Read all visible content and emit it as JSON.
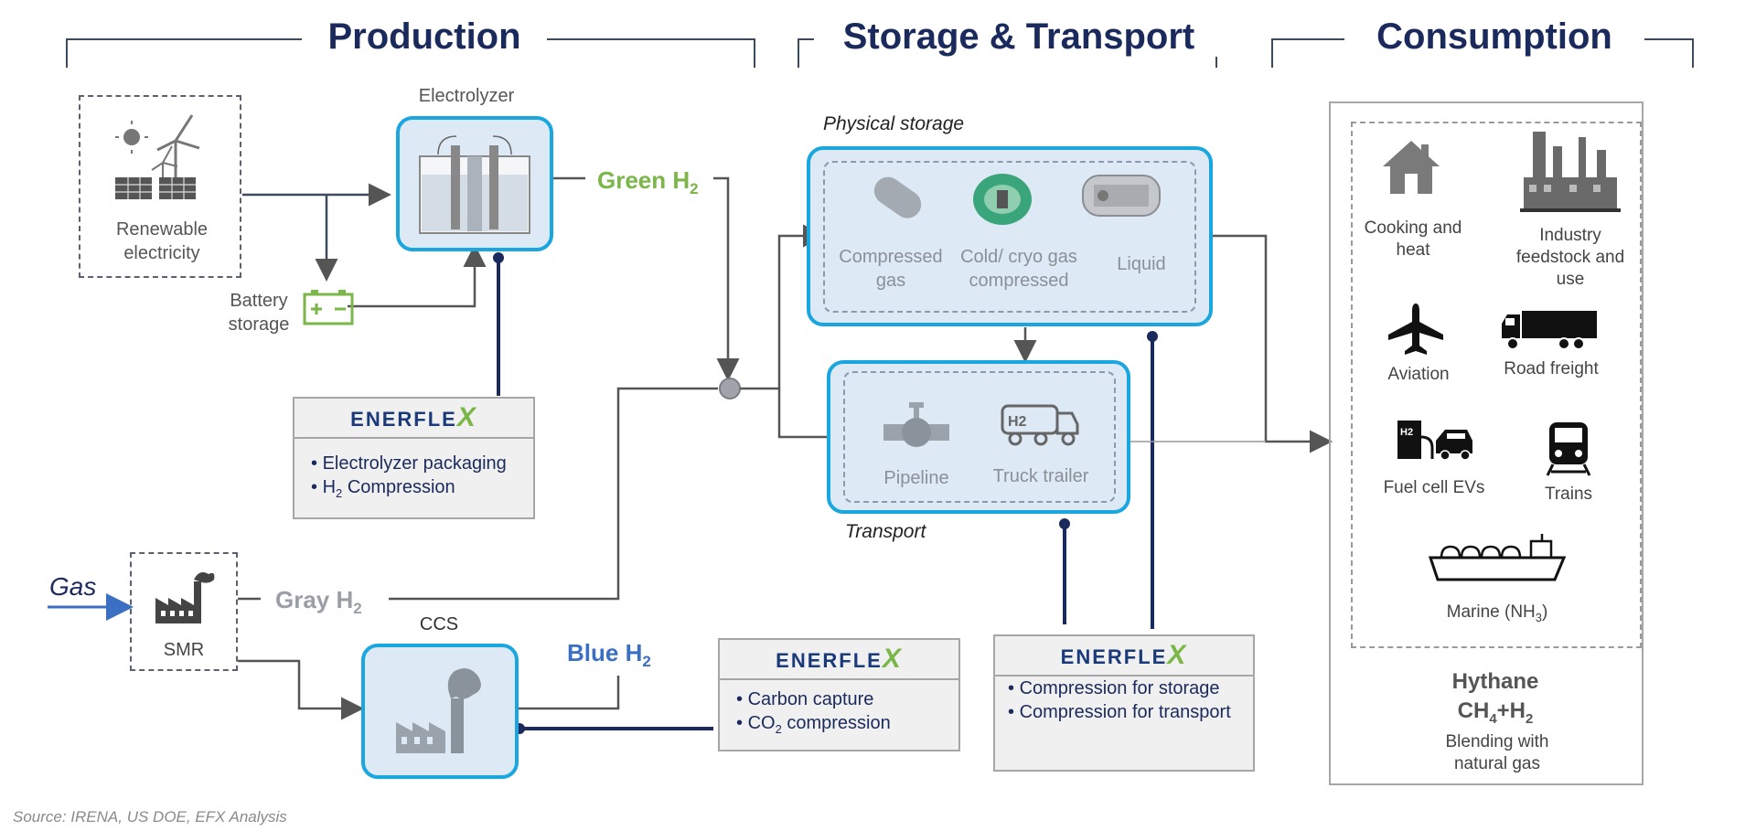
{
  "sections": {
    "production": "Production",
    "storage_transport": "Storage & Transport",
    "consumption": "Consumption"
  },
  "production": {
    "renewable": "Renewable electricity",
    "electrolyzer": "Electrolyzer",
    "battery": "Battery storage",
    "green_h2": "Green H",
    "green_h2_sub": "2",
    "gas": "Gas",
    "smr": "SMR",
    "gray_h2": "Gray H",
    "gray_h2_sub": "2",
    "ccs": "CCS",
    "blue_h2": "Blue H",
    "blue_h2_sub": "2"
  },
  "storage": {
    "physical_label": "Physical storage",
    "compressed_gas": "Compressed gas",
    "cryo": "Cold/ cryo gas compressed",
    "liquid": "Liquid",
    "transport_label": "Transport",
    "pipeline": "Pipeline",
    "truck": "Truck trailer"
  },
  "enerflex": {
    "logo_text": "ENERFLE",
    "logo_x": "X",
    "electrolyzer_items": [
      "Electrolyzer packaging",
      "Compression"
    ],
    "electrolyzer_h2_prefix": "H",
    "electrolyzer_h2_sub": "2",
    "ccs_items": [
      "Carbon capture",
      "compression"
    ],
    "ccs_co2_prefix": "CO",
    "ccs_co2_sub": "2",
    "storage_items": [
      "Compression for storage",
      "Compression for transport"
    ]
  },
  "consumption": {
    "cooking": "Cooking and heat",
    "industry": "Industry feedstock and use",
    "aviation": "Aviation",
    "road": "Road freight",
    "fuelcell": "Fuel cell EVs",
    "trains": "Trains",
    "marine_prefix": "Marine (NH",
    "marine_sub": "3",
    "marine_suffix": ")",
    "hythane_title": "Hythane",
    "hythane_formula_a": "CH",
    "hythane_formula_a_sub": "4",
    "hythane_formula_b": "+H",
    "hythane_formula_b_sub": "2",
    "hythane_desc": "Blending with natural gas"
  },
  "source": "Source: IRENA, US DOE, EFX Analysis",
  "colors": {
    "navy": "#1b2a5c",
    "green": "#7ab648",
    "blue_label": "#3a6fc4",
    "box_border": "#1aa7e0",
    "box_fill": "#dde9f4",
    "gray_label": "#8a9099"
  }
}
